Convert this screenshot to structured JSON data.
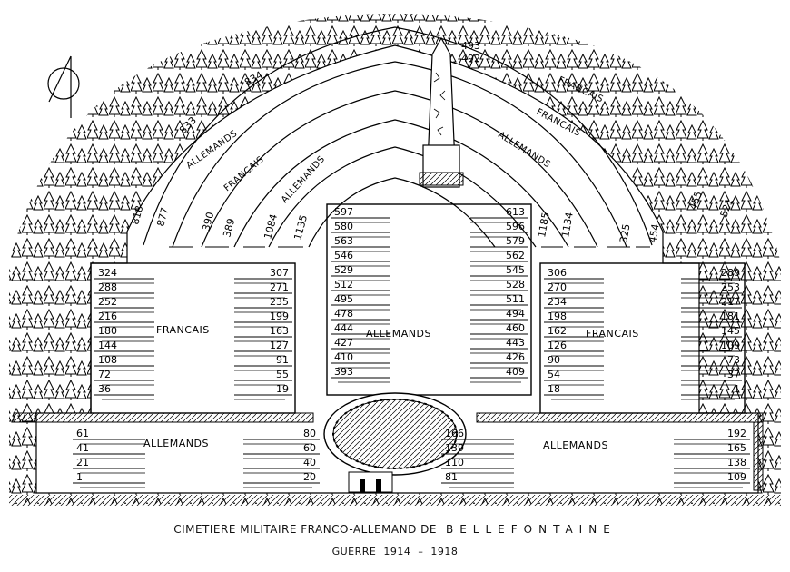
{
  "title": {
    "line1_prefix": "CIMETIERE MILITAIRE FRANCO-ALLEMAND DE",
    "line1_town": "BELLEFONTAINE",
    "line2_prefix": "GUERRE",
    "line2_year_start": "1914",
    "line2_dash": "–",
    "line2_year_end": "1918"
  },
  "north_arrow": "north-arrow-icon",
  "zones": {
    "left_block": "FRANCAIS",
    "center_block": "ALLEMANDS",
    "right_block": "FRANCAIS",
    "bottom_left": "ALLEMANDS",
    "bottom_right": "ALLEMANDS",
    "arc_outer_left": "ALLEMANDS",
    "arc_mid_left": "FRANCAIS",
    "arc_inner_left": "ALLEMANDS",
    "arc_outer_right": "FRANCAIS",
    "arc_mid_right": "FRANCAIS",
    "arc_inner_right": "ALLEMANDS"
  },
  "graves": {
    "obelisk": [
      "493",
      "492"
    ],
    "arc_left": [
      "834",
      "833",
      "818",
      "877",
      "390",
      "389",
      "1084",
      "1135"
    ],
    "arc_right": [
      "1185",
      "1134",
      "325",
      "454",
      "455",
      "521"
    ],
    "left_outer": [
      "324",
      "288",
      "252",
      "216",
      "180",
      "144",
      "108",
      "72",
      "36"
    ],
    "left_inner": [
      "307",
      "271",
      "235",
      "199",
      "163",
      "127",
      "91",
      "55",
      "19"
    ],
    "center_left": [
      "597",
      "580",
      "563",
      "546",
      "529",
      "512",
      "495",
      "478",
      "444",
      "427",
      "410",
      "393"
    ],
    "center_right": [
      "613",
      "596",
      "579",
      "562",
      "545",
      "528",
      "511",
      "494",
      "460",
      "443",
      "426",
      "409"
    ],
    "right_inner": [
      "306",
      "270",
      "234",
      "198",
      "162",
      "126",
      "90",
      "54",
      "18"
    ],
    "right_outer": [
      "289",
      "253",
      "217",
      "181",
      "145",
      "109",
      "73",
      "37",
      "1"
    ],
    "bottom_left_outer": [
      "61",
      "41",
      "21",
      "1"
    ],
    "bottom_left_inner": [
      "80",
      "60",
      "40",
      "20"
    ],
    "bottom_right_inner": [
      "166",
      "139",
      "110",
      "81"
    ],
    "bottom_right_outer": [
      "192",
      "165",
      "138",
      "109"
    ]
  }
}
